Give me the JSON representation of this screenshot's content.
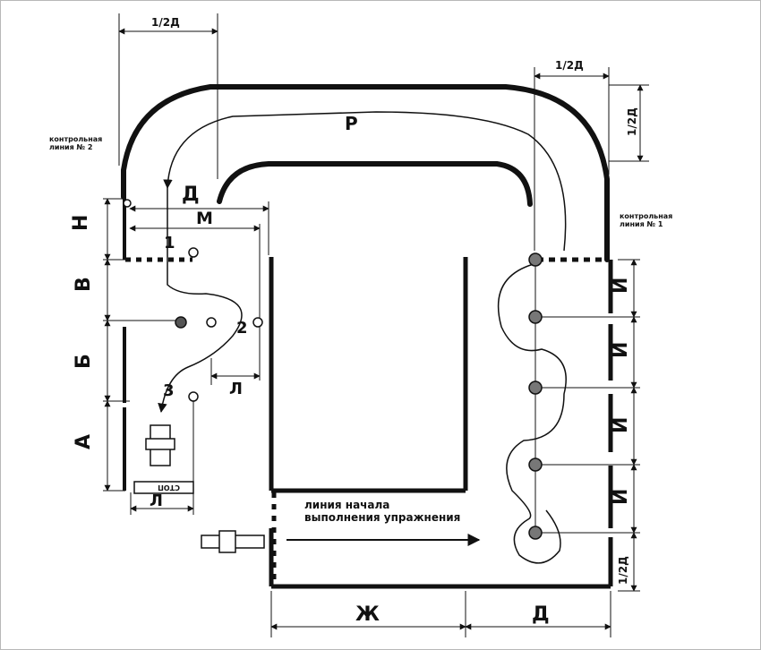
{
  "labels": {
    "half_d_top": "1/2Д",
    "half_d_right": "1/2Д",
    "half_d_vert": "1/2Д",
    "half_d_bottom": "1/2Д",
    "control_line_2": "контрольная\nлиния № 2",
    "control_line_1": "контрольная\nлиния № 1",
    "r": "Р",
    "d_top": "Д",
    "m": "М",
    "n": "Н",
    "v": "В",
    "b": "Б",
    "a": "А",
    "point_1": "1",
    "point_2": "2",
    "point_3": "3",
    "l_mid": "Л",
    "l_bottom": "Л",
    "stop": "СТОП",
    "i_1": "И",
    "i_2": "И",
    "i_3": "И",
    "i_4": "И",
    "start_line": "линия начала\nвыполнения упражнения",
    "zh": "Ж",
    "d_bottom": "Д"
  }
}
